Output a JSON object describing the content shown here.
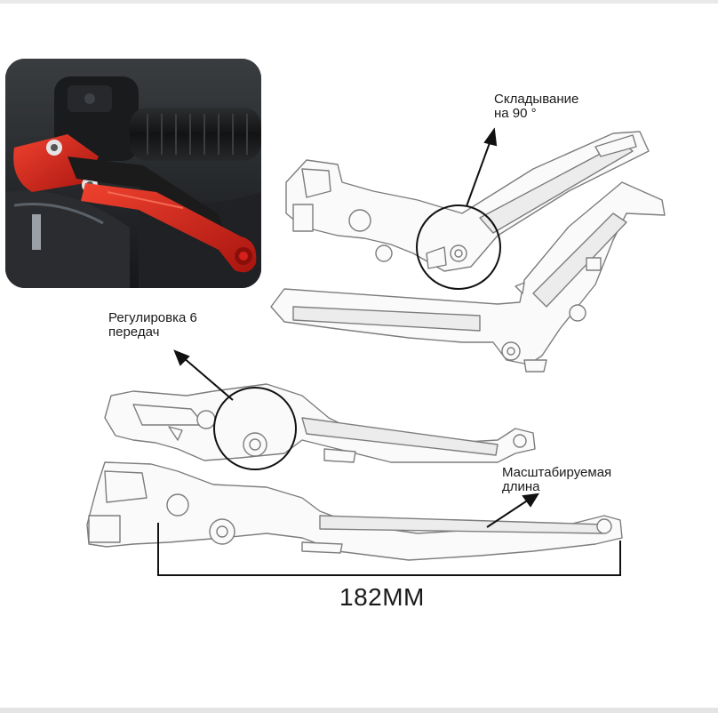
{
  "annotations": {
    "fold": [
      "Складывание",
      "на 90 °"
    ],
    "adjust": [
      "Регулировка 6",
      "передач"
    ],
    "length": [
      "Масштабируемая",
      "длина"
    ]
  },
  "dimension": "182MM",
  "colors": {
    "lever_red": "#d8201a",
    "lever_black": "#1b1b1b",
    "outline": "#7d7d7d",
    "annotation": "#111111"
  }
}
